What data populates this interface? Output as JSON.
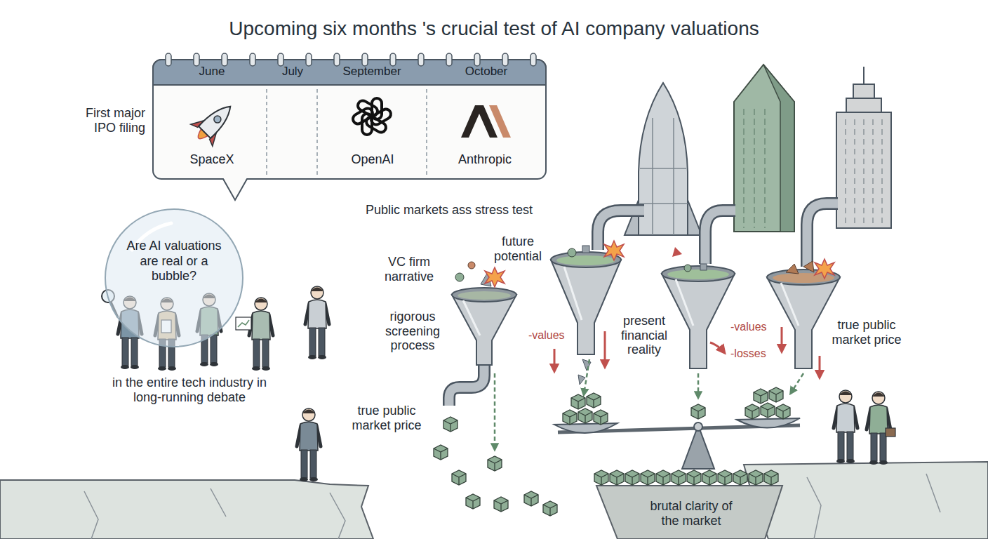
{
  "diagram": {
    "title": "Upcoming six months 's crucial test of AI company valuations",
    "nodes": [
      {
        "text": [
          "June",
          "July",
          "September",
          "October"
        ]
      },
      {
        "text": [
          "SpaceX"
        ],
        "in": 0
      },
      {
        "text": [
          "OpenAI"
        ],
        "in": 0
      },
      {
        "text": [
          "Anthropic"
        ],
        "in": 0
      },
      {
        "text": [
          "Are AI valuations are real or a bubble?"
        ]
      }
    ],
    "labels": [
      "First major IPO filing",
      "in the entire tech industry in long-running debate",
      "Public markets ass stress test",
      "VC firm narrative",
      "future potential",
      "rigorous screening process",
      "-values",
      "present financial reality",
      "-values",
      "-losses",
      "true public market price",
      "true public market price",
      "brutal clarity of the market"
    ]
  }
}
